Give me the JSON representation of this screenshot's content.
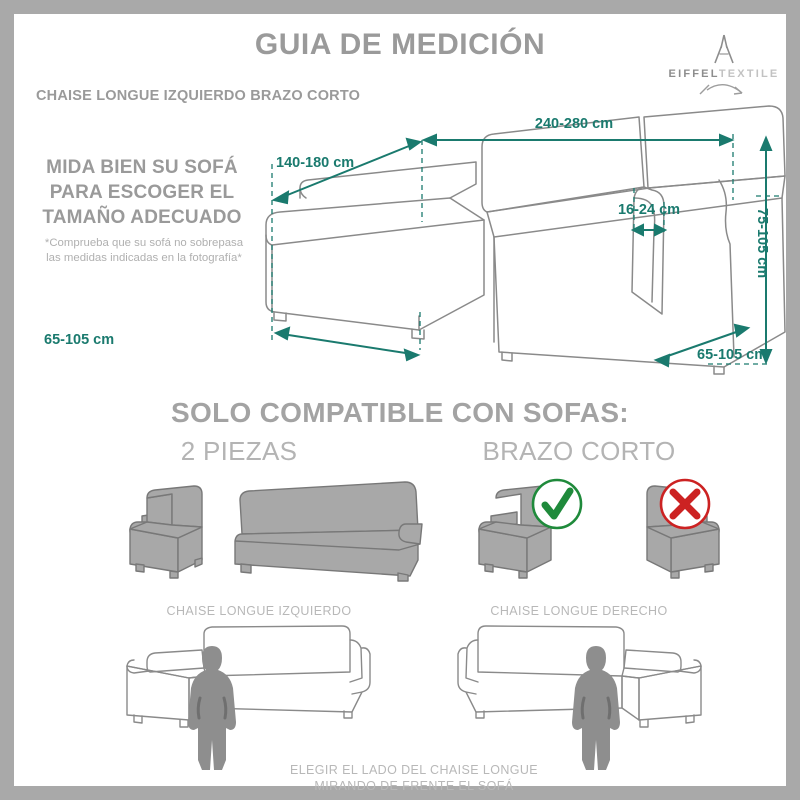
{
  "page": {
    "title": "GUIA DE MEDICIÓN",
    "subtitle": "CHAISE LONGUE IZQUIERDO BRAZO CORTO",
    "border_color": "#a9a9a9",
    "background_color": "#ffffff"
  },
  "logo": {
    "name": "eiffel-textile-logo",
    "bold_text": "EIFFEL",
    "light_text": "TEXTILE"
  },
  "instructions": {
    "heading": "MIDA BIEN SU SOFÁ PARA ESCOGER EL TAMAÑO ADECUADO",
    "heading_line1": "MIDA BIEN SU SOFÁ",
    "heading_line2": "PARA ESCOGER EL",
    "heading_line3": "TAMAÑO ADECUADO",
    "note_line1": "*Comprueba que su sofá no sobrepasa",
    "note_line2": "las medidas indicadas en la fotografía*"
  },
  "dimensions": {
    "accent_color": "#1a7a6e",
    "chaise_depth": "140-180 cm",
    "sofa_width": "240-280 cm",
    "arm_width": "16-24 cm",
    "sofa_height": "75-105 cm",
    "chaise_width": "65-105 cm",
    "seat_depth": "65-105 cm"
  },
  "compatibility": {
    "title": "SOLO COMPATIBLE CON SOFAS:",
    "option_left": "2 PIEZAS",
    "option_right": "BRAZO CORTO",
    "valid_mark": "check",
    "invalid_mark": "cross",
    "valid_color": "#1f8a3b",
    "invalid_color": "#cc2222"
  },
  "orientation": {
    "caption_left": "CHAISE LONGUE IZQUIERDO",
    "caption_right": "CHAISE LONGUE DERECHO",
    "footer_line1": "ELEGIR EL LADO DEL CHAISE LONGUE",
    "footer_line2": "MIRANDO DE FRENTE EL SOFÁ"
  }
}
